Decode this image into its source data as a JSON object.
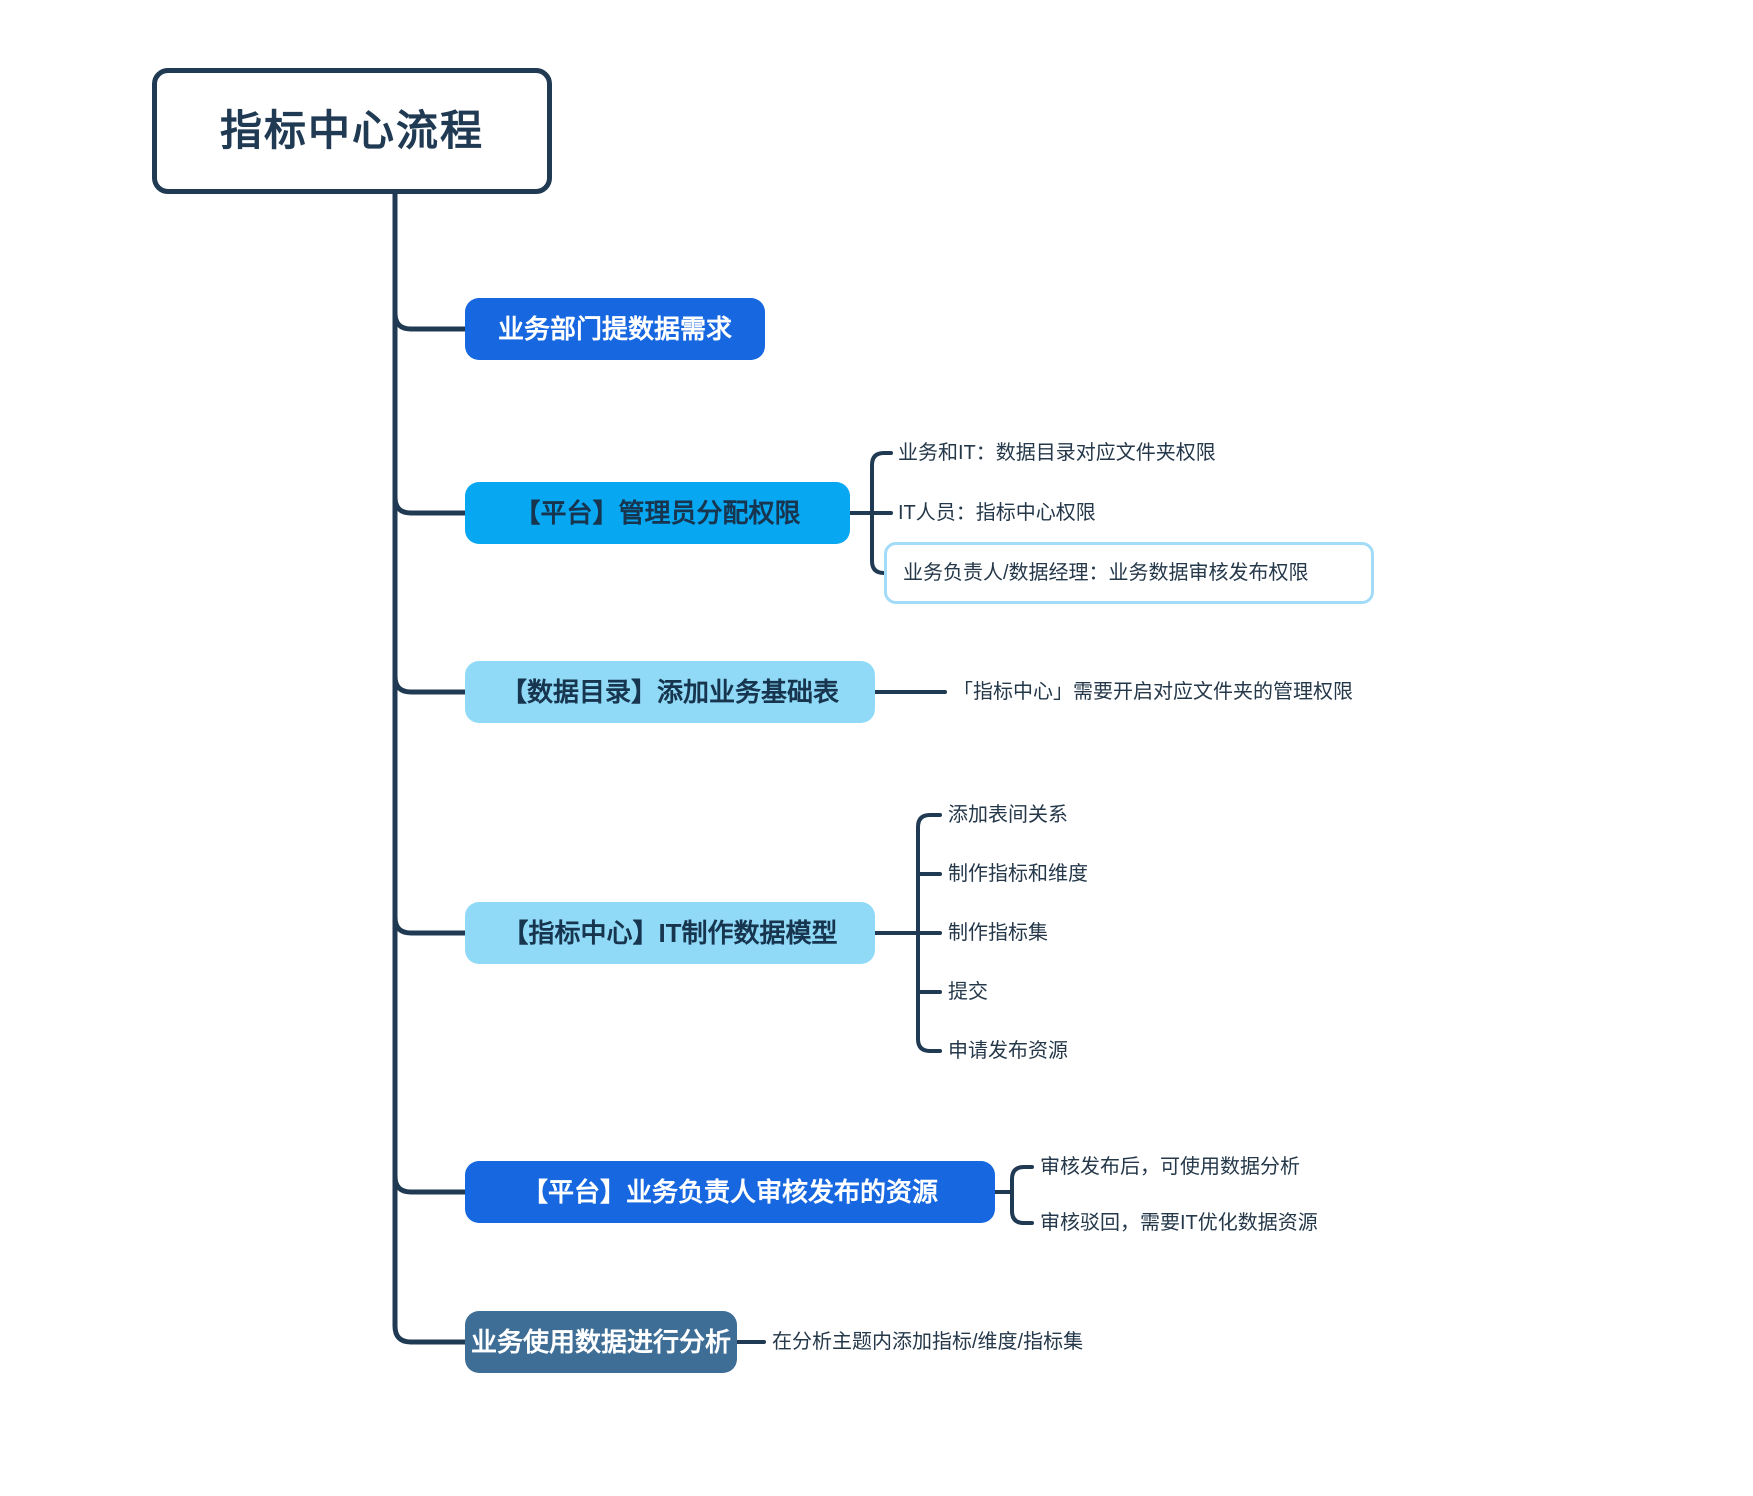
{
  "title": {
    "label": "指标中心流程"
  },
  "colors": {
    "line": "#203A53",
    "node_blue": "#1667E0",
    "node_cyan": "#08A7F2",
    "node_sky": "#90DAF7",
    "node_slate": "#3E6E96",
    "outlined_border": "#A3DCF8",
    "node_dark_text": "#17354E",
    "leaf_text": "#25384A"
  },
  "branches": [
    {
      "label": "业务部门提数据需求",
      "style": "blue",
      "children": []
    },
    {
      "label": "【平台】管理员分配权限",
      "style": "cyan",
      "children": [
        {
          "label": "业务和IT：数据目录对应文件夹权限",
          "style": "text"
        },
        {
          "label": "IT人员：指标中心权限",
          "style": "text"
        },
        {
          "label": "业务负责人/数据经理：业务数据审核发布权限",
          "style": "outlined"
        }
      ]
    },
    {
      "label": "【数据目录】添加业务基础表",
      "style": "sky",
      "children": [
        {
          "label": "「指标中心」需要开启对应文件夹的管理权限",
          "style": "text"
        }
      ]
    },
    {
      "label": "【指标中心】IT制作数据模型",
      "style": "sky",
      "children": [
        {
          "label": "添加表间关系",
          "style": "text"
        },
        {
          "label": "制作指标和维度",
          "style": "text"
        },
        {
          "label": "制作指标集",
          "style": "text"
        },
        {
          "label": "提交",
          "style": "text"
        },
        {
          "label": "申请发布资源",
          "style": "text"
        }
      ]
    },
    {
      "label": "【平台】业务负责人审核发布的资源",
      "style": "blue",
      "children": [
        {
          "label": "审核发布后，可使用数据分析",
          "style": "text"
        },
        {
          "label": "审核驳回，需要IT优化数据资源",
          "style": "text"
        }
      ]
    },
    {
      "label": "业务使用数据进行分析",
      "style": "slate",
      "children": [
        {
          "label": "在分析主题内添加指标/维度/指标集",
          "style": "text"
        }
      ]
    }
  ]
}
